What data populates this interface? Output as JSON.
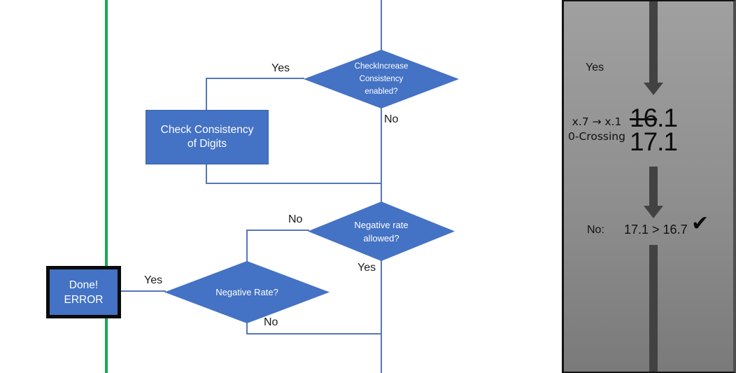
{
  "colors": {
    "shape_blue": "#4472C4",
    "connector_blue": "#5577B8",
    "green_line": "#1CA653",
    "done_border_black": "#0a0a0a",
    "panel_gray_top": "#a0a0a0",
    "panel_gray_bottom": "#7a7a7a",
    "panel_arrow_gray": "#424242"
  },
  "flowchart": {
    "decision_check_increase": "CheckIncrease\nConsistency\nenabled?",
    "label_yes_check_increase": "Yes",
    "label_no_check_increase": "No",
    "process_check_consistency": "Check Consistency\nof Digits",
    "decision_negative_rate_allowed": "Negative rate\nallowed?",
    "label_no_negative_rate_allowed": "No",
    "label_yes_negative_rate_allowed": "Yes",
    "decision_negative_rate": "Negative Rate?",
    "label_yes_negative_rate": "Yes",
    "label_no_negative_rate": "No",
    "terminal_done_error": "Done!\nERROR"
  },
  "panel": {
    "label_yes": "Yes",
    "rule_text": "x.7 → x.1\n0-Crossing",
    "value_old_struck": "16",
    "value_old_rest": ".1",
    "value_new": "17.1",
    "label_no": "No:",
    "comparison": "17.1 > 16.7",
    "checkmark": "✔"
  }
}
